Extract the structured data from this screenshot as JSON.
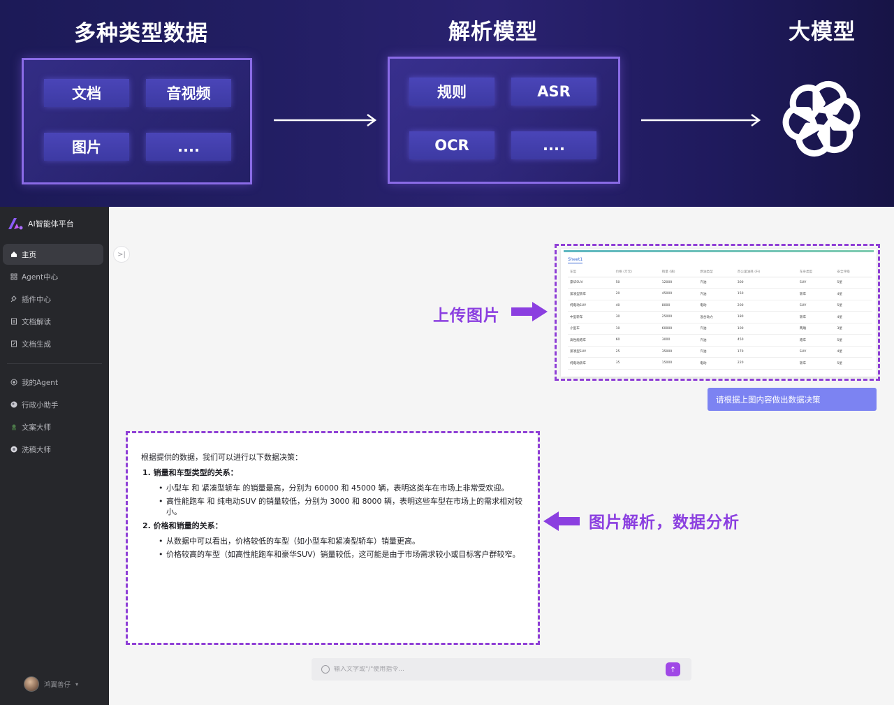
{
  "banner": {
    "titles": {
      "data_types": "多种类型数据",
      "parse_models": "解析模型",
      "llm": "大模型"
    },
    "data_types": [
      "文档",
      "音视频",
      "图片",
      "...."
    ],
    "parse_models": [
      "规则",
      "ASR",
      "OCR",
      "...."
    ],
    "colors": {
      "background": "#221e63",
      "box_border": "#8a6be6",
      "chip": "#4a45b8"
    },
    "logo_icon": "openai-logo-icon"
  },
  "sidebar": {
    "brand": "AI智能体平台",
    "nav": [
      {
        "icon": "home-icon",
        "label": "主页",
        "active": true
      },
      {
        "icon": "grid-icon",
        "label": "Agent中心"
      },
      {
        "icon": "plugin-icon",
        "label": "插件中心"
      },
      {
        "icon": "doc-read-icon",
        "label": "文档解读"
      },
      {
        "icon": "doc-gen-icon",
        "label": "文档生成"
      }
    ],
    "agents": [
      {
        "icon": "my-agent-icon",
        "label": "我的Agent"
      },
      {
        "icon": "admin-helper-icon",
        "label": "行政小助手"
      },
      {
        "icon": "copywriter-icon",
        "label": "文案大师"
      },
      {
        "icon": "wash-master-icon",
        "label": "洗稿大师"
      }
    ],
    "user": {
      "name": "鸿翼善仔"
    }
  },
  "upload": {
    "sheet_tab": "Sheet1",
    "table": {
      "headers": [
        "车型",
        "价格 (万元)",
        "销量 (辆)",
        "燃油类型",
        "百公里油耗 (升)",
        "车身类型",
        "安全评级"
      ],
      "rows": [
        [
          "豪华SUV",
          "50",
          "12000",
          "汽油",
          "300",
          "SUV",
          "5星"
        ],
        [
          "紧凑型轿车",
          "20",
          "45000",
          "汽油",
          "150",
          "轿车",
          "4星"
        ],
        [
          "纯电动SUV",
          "40",
          "8000",
          "电动",
          "200",
          "SUV",
          "5星"
        ],
        [
          "中型轿车",
          "30",
          "25000",
          "混合动力",
          "180",
          "轿车",
          "4星"
        ],
        [
          "小型车",
          "10",
          "60000",
          "汽油",
          "100",
          "两厢",
          "3星"
        ],
        [
          "高性能跑车",
          "60",
          "3000",
          "汽油",
          "450",
          "跑车",
          "5星"
        ],
        [
          "紧凑型SUV",
          "25",
          "35000",
          "汽油",
          "170",
          "SUV",
          "4星"
        ],
        [
          "纯电动轿车",
          "35",
          "15000",
          "电动",
          "220",
          "轿车",
          "5星"
        ]
      ]
    },
    "callout": "上传图片",
    "prompt": "请根据上图内容做出数据决策"
  },
  "answer": {
    "callout": "图片解析，数据分析",
    "intro": "根据提供的数据，我们可以进行以下数据决策：",
    "sections": [
      {
        "heading": "1. 销量和车型类型的关系：",
        "items": [
          "小型车 和 紧凑型轿车 的销量最高，分别为 60000 和 45000 辆，表明这类车在市场上非常受欢迎。",
          "高性能跑车 和 纯电动SUV 的销量较低，分别为 3000 和 8000 辆，表明这些车型在市场上的需求相对较小。"
        ]
      },
      {
        "heading": "2. 价格和销量的关系：",
        "items": [
          "从数据中可以看出，价格较低的车型（如小型车和紧凑型轿车）销量更高。",
          "价格较高的车型（如高性能跑车和豪华SUV）销量较低，这可能是由于市场需求较小或目标客户群较窄。"
        ]
      }
    ]
  },
  "input": {
    "placeholder": "输入文字或\"/\"使用指令...",
    "send_icon": "arrow-up-icon"
  },
  "accent_colors": {
    "callout": "#8b3fe0",
    "dash": "#8f3fd6",
    "prompt_button": "#7c83f2",
    "send": "#a048e6"
  }
}
